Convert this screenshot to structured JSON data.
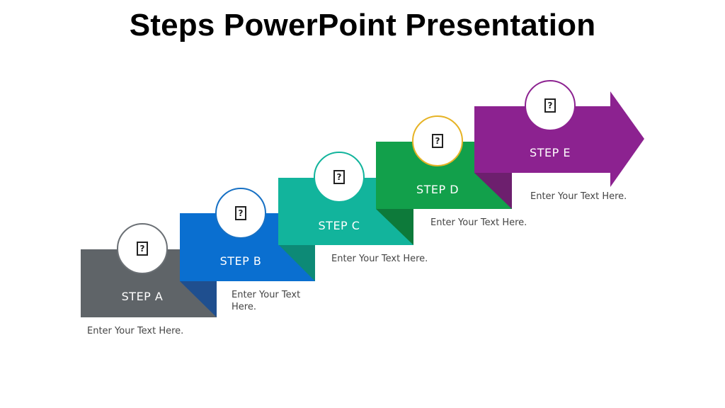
{
  "title": "Steps PowerPoint Presentation",
  "steps": [
    {
      "label": "STEP A",
      "text": "Enter Your Text Here.",
      "color": "#5f6468",
      "shade": "#1f4f8f",
      "icon": "placeholder-icon",
      "icon_glyph": "?"
    },
    {
      "label": "STEP B",
      "text": "Enter Your Text Here.",
      "color": "#0a6fd0",
      "shade": "#0d8a76",
      "icon": "placeholder-icon",
      "icon_glyph": "?"
    },
    {
      "label": "STEP C",
      "text": "Enter Your Text Here.",
      "color": "#12b49c",
      "shade": "#0d7a3a",
      "icon": "placeholder-icon",
      "icon_glyph": "?"
    },
    {
      "label": "STEP D",
      "text": "Enter Your Text Here.",
      "color": "#12a04b",
      "shade": "#6d1f6e",
      "icon": "placeholder-icon",
      "icon_glyph": "?"
    },
    {
      "label": "STEP E",
      "text": "Enter Your Text Here.",
      "color": "#8c2290",
      "shade": "#8c2290",
      "icon": "placeholder-icon",
      "icon_glyph": "?"
    }
  ],
  "circle_borders": [
    "#6b7075",
    "#1670c4",
    "#12b49c",
    "#e6b325",
    "#8c2290"
  ]
}
